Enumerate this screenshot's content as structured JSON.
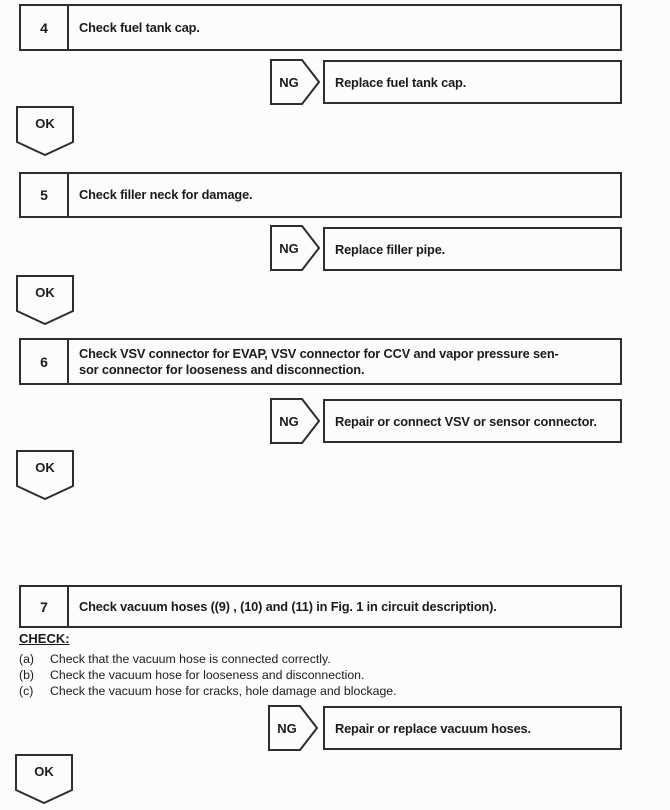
{
  "page": {
    "background": "#fcfcfc",
    "ink": "#1b1b1b",
    "border_color": "#2e2e2e"
  },
  "flowchart": {
    "steps": [
      {
        "number": "4",
        "instruction_lines": [
          "Check fuel tank cap."
        ],
        "ng_label": "NG",
        "ng_action": "Replace fuel tank cap.",
        "ok_label": "OK"
      },
      {
        "number": "5",
        "instruction_lines": [
          "Check filler neck for damage."
        ],
        "ng_label": "NG",
        "ng_action": "Replace filler pipe.",
        "ok_label": "OK"
      },
      {
        "number": "6",
        "instruction_lines": [
          "Check VSV connector for EVAP, VSV connector for CCV and vapor pressure sen-",
          "sor connector for looseness and disconnection."
        ],
        "ng_label": "NG",
        "ng_action": "Repair or connect VSV or sensor connector.",
        "ok_label": "OK"
      },
      {
        "number": "7",
        "instruction_lines": [
          "Check vacuum hoses ((9) , (10) and (11) in Fig. 1 in circuit description)."
        ],
        "check_heading": "CHECK:",
        "check_items": [
          {
            "label": "(a)",
            "text": "Check that the vacuum hose is connected correctly."
          },
          {
            "label": "(b)",
            "text": "Check the vacuum hose for looseness and disconnection."
          },
          {
            "label": "(c)",
            "text": "Check the vacuum hose for cracks, hole damage and blockage."
          }
        ],
        "ng_label": "NG",
        "ng_action": "Repair or replace vacuum hoses.",
        "ok_label": "OK"
      }
    ]
  }
}
